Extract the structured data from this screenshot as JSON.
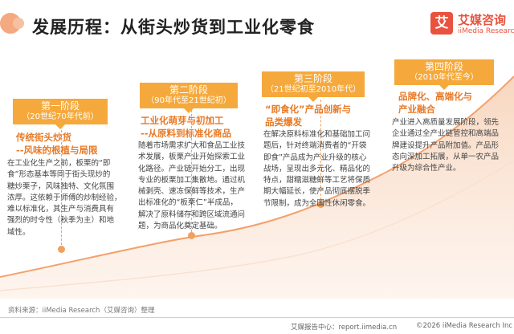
{
  "title": "发展历程：从街头炒货到工业化零食",
  "logo": {
    "mark": "艾",
    "name_cn": "艾媒咨询",
    "name_en": "iiMedia Research"
  },
  "stages": [
    {
      "name": "第一阶段",
      "period": "（20世纪70年代前）",
      "headline_lines": [
        "传统街头炒货",
        "--风味的根植与局限"
      ],
      "description_lines": [
        "在工业化生产之前，板栗的“即",
        "食”形态基本等同于街头现炒的",
        "糖炒栗子，风味独特、文化氛围",
        "浓厚。这依赖于师傅的炒制经验，",
        "难以标准化，其生产与消费具有",
        "强烈的时令性（秋季为主）和地",
        "域性。"
      ]
    },
    {
      "name": "第二阶段",
      "period": "（90年代至21世纪初）",
      "headline_lines": [
        "工业化萌芽与初加工",
        "--从原料到标准化商品"
      ],
      "description_lines": [
        "随着市场需求扩大和食品工业技",
        "术发展，板栗产业开始探索工业",
        "化路径。产业链开始分工，出现",
        "专业的板栗加工集散地。通过机",
        "械剥壳、速冻保鲜等技术，生产",
        "出标准化的“板栗仁”半成品，",
        "解决了原料储存和跨区域流通问",
        "题，为商品化奠定基础。"
      ]
    },
    {
      "name": "第三阶段",
      "period": "（21世纪初至2010年代）",
      "headline_lines": [
        "“即食化”产品创新与",
        "品类爆发"
      ],
      "description_lines": [
        "在解决原料标准化和基础加工问",
        "题后，针对终端消费者的“开袋",
        "即食”产品成为产业升级的核心",
        "战场，呈现出多元化、精品化的",
        "特点，甜糯滋糖鲜等工艺将保质",
        "期大幅延长，使产品彻底摆脱季",
        "节限制，成为全国性休闲零食。"
      ]
    },
    {
      "name": "第四阶段",
      "period": "（2010年代至今）",
      "headline_lines": [
        "品牌化、高端化与",
        "产业融合"
      ],
      "description_lines": [
        "产业进入高质量发展阶段，领先",
        "企业通过全产业链管控和高端品",
        "牌建设提升产品附加值。产品形",
        "态向深加工拓展，从单一农产品",
        "升级为综合性产业。"
      ]
    }
  ],
  "source": "资料来源：iiMedia Research（艾媒咨询）整理",
  "footer": {
    "report_center": "艾媒报告中心：report.iimedia.cn",
    "copyright": "©2026  iiMedia Research  Inc"
  }
}
